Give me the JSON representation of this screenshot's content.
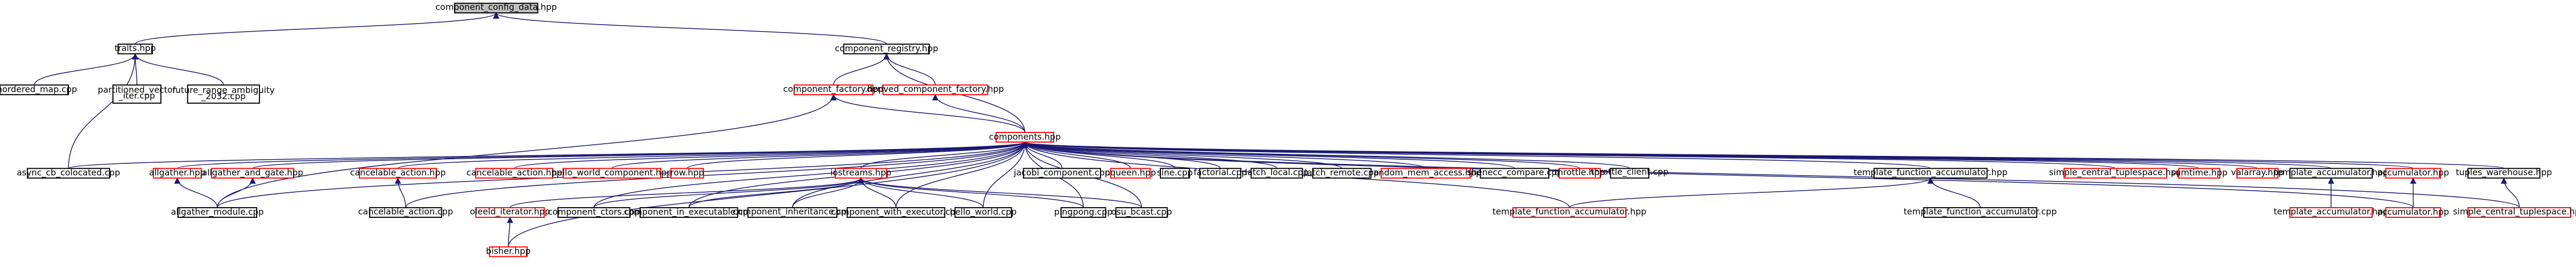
{
  "graph": {
    "title": "component_config_data.hpp",
    "colors": {
      "edge": "#191970",
      "node_black": "#000000",
      "node_red": "#ff0000",
      "root_fill": "#bfbfbf",
      "text": "#000000"
    },
    "nodes": [
      {
        "id": "root",
        "label": "component_config_data.hpp",
        "style": "root"
      },
      {
        "id": "traits",
        "label": "traits.hpp",
        "style": "black"
      },
      {
        "id": "component_registry",
        "label": "component_registry.hpp",
        "style": "black"
      },
      {
        "id": "unordered_map",
        "label": "unordered_map.cpp",
        "style": "black"
      },
      {
        "id": "partitioned_vector",
        "label": "partitioned_vector\n_iter.cpp",
        "style": "black"
      },
      {
        "id": "future_range",
        "label": "future_range_ambiguity\n_2032.cpp",
        "style": "black"
      },
      {
        "id": "component_factory",
        "label": "component_factory.hpp",
        "style": "red"
      },
      {
        "id": "derived_component_factory",
        "label": "derived_component_factory.hpp",
        "style": "red"
      },
      {
        "id": "components",
        "label": "components.hpp",
        "style": "red"
      },
      {
        "id": "async_cb",
        "label": "async_cb_colocated.cpp",
        "style": "black"
      },
      {
        "id": "allgather_hpp",
        "label": "allgather.hpp",
        "style": "red"
      },
      {
        "id": "allgather_and_gate",
        "label": "allgather_and_gate.hpp",
        "style": "red"
      },
      {
        "id": "cancelable_action_hpp1",
        "label": "cancelable_action.hpp",
        "style": "red"
      },
      {
        "id": "cancelable_action_hpp2",
        "label": "cancelable_action.hpp",
        "style": "red"
      },
      {
        "id": "hello_world_component",
        "label": "hello_world_component.hpp",
        "style": "red"
      },
      {
        "id": "row",
        "label": "row.hpp",
        "style": "red"
      },
      {
        "id": "iostreams",
        "label": "iostreams.hpp",
        "style": "red"
      },
      {
        "id": "jacobi_component",
        "label": "jacobi_component.cpp",
        "style": "black"
      },
      {
        "id": "nqueen",
        "label": "nqueen.hpp",
        "style": "red"
      },
      {
        "id": "sine",
        "label": "sine.cpp",
        "style": "black"
      },
      {
        "id": "factorial",
        "label": "factorial.cpp",
        "style": "black"
      },
      {
        "id": "latch_local",
        "label": "latch_local.cpp",
        "style": "black"
      },
      {
        "id": "latch_remote",
        "label": "latch_remote.cpp",
        "style": "black"
      },
      {
        "id": "random_mem_access",
        "label": "random_mem_access.hpp",
        "style": "red"
      },
      {
        "id": "shenecc",
        "label": "shenecc_compare.cpp",
        "style": "black"
      },
      {
        "id": "throttle_hpp",
        "label": "throttle.hpp",
        "style": "red"
      },
      {
        "id": "throttle_client",
        "label": "throttle_client.cpp",
        "style": "black"
      },
      {
        "id": "tfa_hpp_top",
        "label": "template_function_accumulator.hpp",
        "style": "black"
      },
      {
        "id": "simple_central_tuplespace_top",
        "label": "simple_central_tuplespace.hpp",
        "style": "red"
      },
      {
        "id": "sumtime",
        "label": "sumtime.hpp",
        "style": "red"
      },
      {
        "id": "valarray",
        "label": "valarray.hpp",
        "style": "red"
      },
      {
        "id": "template_accumulator_top",
        "label": "template_accumulator.hpp",
        "style": "black"
      },
      {
        "id": "accumulator_top",
        "label": "accumulator.hpp",
        "style": "red"
      },
      {
        "id": "tuples_warehouse",
        "label": "tuples_warehouse.hpp",
        "style": "black"
      },
      {
        "id": "allgather_module",
        "label": "allgather_module.cpp",
        "style": "black"
      },
      {
        "id": "cancelable_action_cpp",
        "label": "cancelable_action.cpp",
        "style": "black"
      },
      {
        "id": "oleeld_iterator",
        "label": "oleeld_iterator.hpp",
        "style": "red"
      },
      {
        "id": "component_ctors",
        "label": "component_ctors.cpp",
        "style": "black"
      },
      {
        "id": "component_in_executable",
        "label": "component_in_executable.cpp",
        "style": "black"
      },
      {
        "id": "component_inheritance",
        "label": "component_inheritance.cpp",
        "style": "black"
      },
      {
        "id": "component_with_executor",
        "label": "component_with_executor.cpp",
        "style": "black"
      },
      {
        "id": "hello_world_cpp",
        "label": "hello_world.cpp",
        "style": "black"
      },
      {
        "id": "pingpong",
        "label": "pingpong.cpp",
        "style": "black"
      },
      {
        "id": "osu_bcast",
        "label": "osu_bcast.cpp",
        "style": "black"
      },
      {
        "id": "tfa_hpp_red",
        "label": "template_function_accumulator.hpp",
        "style": "red"
      },
      {
        "id": "tfa_cpp",
        "label": "template_function_accumulator.cpp",
        "style": "black"
      },
      {
        "id": "template_accumulator_red",
        "label": "template_accumulator.hpp",
        "style": "red"
      },
      {
        "id": "accumulator_red",
        "label": "accumulator.hpp",
        "style": "red"
      },
      {
        "id": "simple_central_tuplespace_red",
        "label": "simple_central_tuplespace.hpp",
        "style": "red"
      },
      {
        "id": "bisher",
        "label": "bisher.hpp",
        "style": "red"
      }
    ],
    "edges": [
      [
        "traits",
        "root"
      ],
      [
        "component_registry",
        "root"
      ],
      [
        "unordered_map",
        "traits"
      ],
      [
        "partitioned_vector",
        "traits"
      ],
      [
        "future_range",
        "traits"
      ],
      [
        "async_cb",
        "traits"
      ],
      [
        "component_factory",
        "component_registry"
      ],
      [
        "derived_component_factory",
        "component_registry"
      ],
      [
        "components",
        "component_registry"
      ],
      [
        "components",
        "component_factory"
      ],
      [
        "components",
        "derived_component_factory"
      ],
      [
        "allgather_module",
        "component_factory"
      ],
      [
        "async_cb",
        "components"
      ],
      [
        "allgather_hpp",
        "components"
      ],
      [
        "allgather_and_gate",
        "components"
      ],
      [
        "cancelable_action_hpp1",
        "components"
      ],
      [
        "cancelable_action_hpp2",
        "components"
      ],
      [
        "hello_world_component",
        "components"
      ],
      [
        "row",
        "components"
      ],
      [
        "iostreams",
        "components"
      ],
      [
        "jacobi_component",
        "components"
      ],
      [
        "nqueen",
        "components"
      ],
      [
        "sine",
        "components"
      ],
      [
        "factorial",
        "components"
      ],
      [
        "latch_local",
        "components"
      ],
      [
        "latch_remote",
        "components"
      ],
      [
        "random_mem_access",
        "components"
      ],
      [
        "shenecc",
        "components"
      ],
      [
        "throttle_hpp",
        "components"
      ],
      [
        "throttle_client",
        "components"
      ],
      [
        "tfa_hpp_top",
        "components"
      ],
      [
        "simple_central_tuplespace_top",
        "components"
      ],
      [
        "sumtime",
        "components"
      ],
      [
        "valarray",
        "components"
      ],
      [
        "template_accumulator_top",
        "components"
      ],
      [
        "accumulator_top",
        "components"
      ],
      [
        "tuples_warehouse",
        "components"
      ],
      [
        "allgather_module",
        "components"
      ],
      [
        "cancelable_action_cpp",
        "components"
      ],
      [
        "component_ctors",
        "components"
      ],
      [
        "component_in_executable",
        "components"
      ],
      [
        "component_inheritance",
        "components"
      ],
      [
        "component_with_executor",
        "components"
      ],
      [
        "hello_world_cpp",
        "components"
      ],
      [
        "pingpong",
        "components"
      ],
      [
        "osu_bcast",
        "components"
      ],
      [
        "tfa_hpp_red",
        "components"
      ],
      [
        "accumulator_red",
        "components"
      ],
      [
        "simple_central_tuplespace_red",
        "components"
      ],
      [
        "bisher",
        "components"
      ],
      [
        "allgather_module",
        "allgather_hpp"
      ],
      [
        "allgather_module",
        "allgather_and_gate"
      ],
      [
        "cancelable_action_cpp",
        "cancelable_action_hpp1"
      ],
      [
        "oleeld_iterator",
        "iostreams"
      ],
      [
        "component_ctors",
        "iostreams"
      ],
      [
        "component_in_executable",
        "iostreams"
      ],
      [
        "component_inheritance",
        "iostreams"
      ],
      [
        "component_with_executor",
        "iostreams"
      ],
      [
        "hello_world_cpp",
        "iostreams"
      ],
      [
        "pingpong",
        "iostreams"
      ],
      [
        "osu_bcast",
        "iostreams"
      ],
      [
        "bisher",
        "oleeld_iterator"
      ],
      [
        "tfa_hpp_red",
        "tfa_hpp_top"
      ],
      [
        "tfa_cpp",
        "tfa_hpp_top"
      ],
      [
        "template_accumulator_red",
        "template_accumulator_top"
      ],
      [
        "accumulator_red",
        "accumulator_top"
      ],
      [
        "simple_central_tuplespace_red",
        "tuples_warehouse"
      ]
    ]
  }
}
